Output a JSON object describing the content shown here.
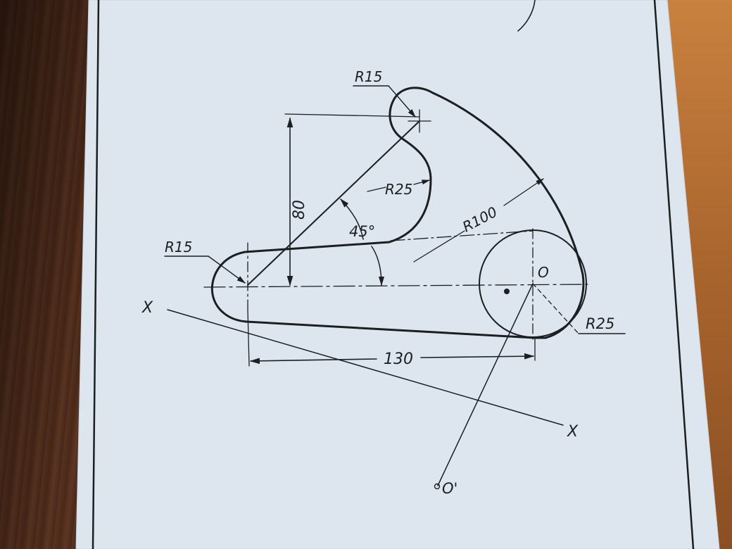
{
  "labels": {
    "r15_top": "R15",
    "r15_left": "R15",
    "r25_inner": "R25",
    "r25_right": "R25",
    "r100": "R100",
    "angle": "45°",
    "dim_80": "80",
    "dim_130": "130",
    "point_o": "O",
    "point_o_prime": "O'",
    "axis_x_left": "X",
    "axis_x_right": "X"
  },
  "colors": {
    "paper": "#dfe6ee",
    "ink": "#1c1f22",
    "desk": "#4a2818"
  }
}
